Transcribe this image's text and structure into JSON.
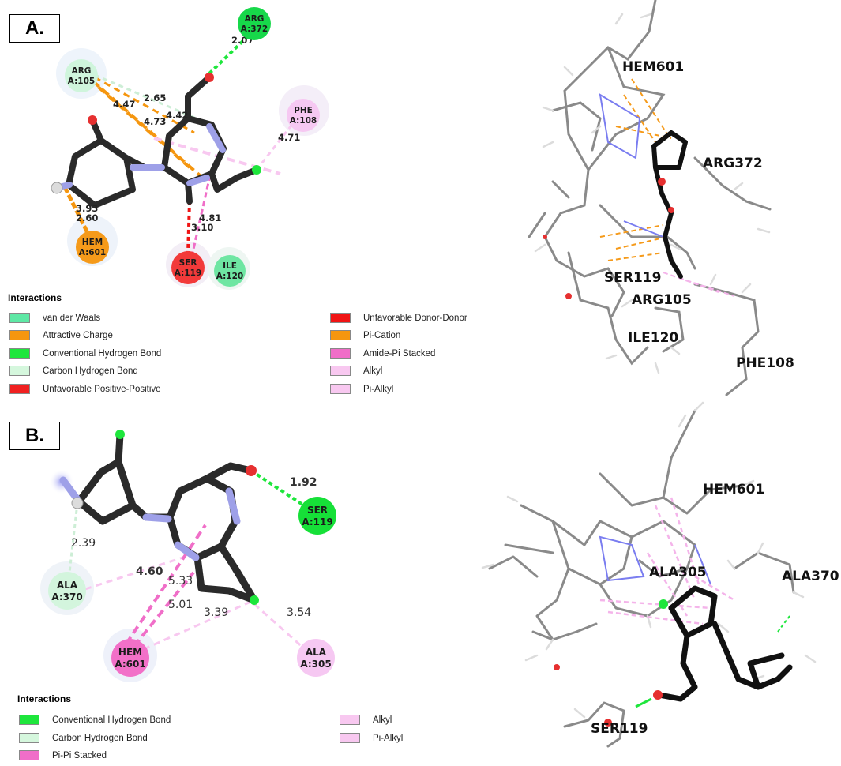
{
  "panels": {
    "a": {
      "label": "A.",
      "residues": [
        {
          "id": "res-arg372",
          "l1": "ARG",
          "l2": "A:372",
          "color": "#17d84a"
        },
        {
          "id": "res-arg105",
          "l1": "ARG",
          "l2": "A:105",
          "color": "#cff5dc"
        },
        {
          "id": "res-phe108",
          "l1": "PHE",
          "l2": "A:108",
          "color": "#f6c8f2"
        },
        {
          "id": "res-hem601",
          "l1": "HEM",
          "l2": "A:601",
          "color": "#f59a1a"
        },
        {
          "id": "res-ser119",
          "l1": "SER",
          "l2": "A:119",
          "color": "#f23a3a"
        },
        {
          "id": "res-ile120",
          "l1": "ILE",
          "l2": "A:120",
          "color": "#6ee6a2"
        }
      ],
      "distances": [
        "2.07",
        "2.65",
        "4.47",
        "4.73",
        "4.42",
        "4.71",
        "3.93",
        "2.60",
        "4.81",
        "3.10"
      ],
      "legend_title": "Interactions",
      "legend": [
        {
          "label": "van der Waals",
          "color": "#5ee8a5"
        },
        {
          "label": "Attractive Charge",
          "color": "#f5960f"
        },
        {
          "label": "Conventional Hydrogen Bond",
          "color": "#1ee63c"
        },
        {
          "label": "Carbon Hydrogen Bond",
          "color": "#d5f7dd"
        },
        {
          "label": "Unfavorable Positive-Positive",
          "color": "#f02020"
        },
        {
          "label": "Unfavorable Donor-Donor",
          "color": "#f01414"
        },
        {
          "label": "Pi-Cation",
          "color": "#f5960f"
        },
        {
          "label": "Amide-Pi Stacked",
          "color": "#f06ec8"
        },
        {
          "label": "Alkyl",
          "color": "#f8c8f0"
        },
        {
          "label": "Pi-Alkyl",
          "color": "#f8c8f0"
        }
      ],
      "labels3d": [
        "HEM601",
        "ARG372",
        "SER119",
        "ARG105",
        "ILE120",
        "PHE108"
      ]
    },
    "b": {
      "label": "B.",
      "residues": [
        {
          "id": "res-ser119",
          "l1": "SER",
          "l2": "A:119",
          "color": "#16e038"
        },
        {
          "id": "res-ala370",
          "l1": "ALA",
          "l2": "A:370",
          "color": "#d3f5dd"
        },
        {
          "id": "res-hem601",
          "l1": "HEM",
          "l2": "A:601",
          "color": "#f270c8"
        },
        {
          "id": "res-ala305",
          "l1": "ALA",
          "l2": "A:305",
          "color": "#f6c8f2"
        }
      ],
      "distances": [
        "1.92",
        "2.39",
        "4.60",
        "5.33",
        "5.01",
        "3.39",
        "3.54"
      ],
      "legend_title": "Interactions",
      "legend": [
        {
          "label": "Conventional Hydrogen Bond",
          "color": "#1ee63c"
        },
        {
          "label": "Carbon Hydrogen Bond",
          "color": "#d5f7dd"
        },
        {
          "label": "Pi-Pi Stacked",
          "color": "#f06ec8"
        },
        {
          "label": "Alkyl",
          "color": "#f8c8f0"
        },
        {
          "label": "Pi-Alkyl",
          "color": "#f8c8f0"
        }
      ],
      "labels3d": [
        "HEM601",
        "ALA305",
        "ALA370",
        "SER119"
      ]
    }
  }
}
